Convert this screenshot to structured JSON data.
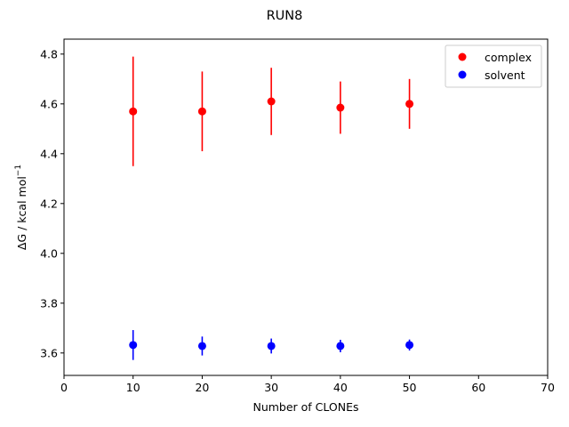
{
  "chart_data": {
    "type": "scatter",
    "title": "RUN8",
    "xlabel": "Number of CLONEs",
    "ylabel_main": "ΔG / kcal mol",
    "ylabel_sup": "−1",
    "xlim": [
      0,
      70
    ],
    "ylim": [
      3.51,
      4.86
    ],
    "xticks": [
      0,
      10,
      20,
      30,
      40,
      50,
      60,
      70
    ],
    "yticks": [
      3.6,
      3.8,
      4.0,
      4.2,
      4.4,
      4.6,
      4.8
    ],
    "xtick_labels": [
      "0",
      "10",
      "20",
      "30",
      "40",
      "50",
      "60",
      "70"
    ],
    "ytick_labels": [
      "3.6",
      "3.8",
      "4.0",
      "4.2",
      "4.4",
      "4.6",
      "4.8"
    ],
    "grid": false,
    "legend_position": "top-right",
    "series": [
      {
        "name": "complex",
        "color": "#ff0000",
        "x": [
          10,
          20,
          30,
          40,
          50
        ],
        "y": [
          4.57,
          4.57,
          4.61,
          4.585,
          4.6
        ],
        "err": [
          0.22,
          0.16,
          0.135,
          0.105,
          0.1
        ]
      },
      {
        "name": "solvent",
        "color": "#0000ff",
        "x": [
          10,
          20,
          30,
          40,
          50
        ],
        "y": [
          3.632,
          3.628,
          3.628,
          3.628,
          3.632
        ],
        "err": [
          0.06,
          0.038,
          0.03,
          0.025,
          0.022
        ]
      }
    ]
  }
}
